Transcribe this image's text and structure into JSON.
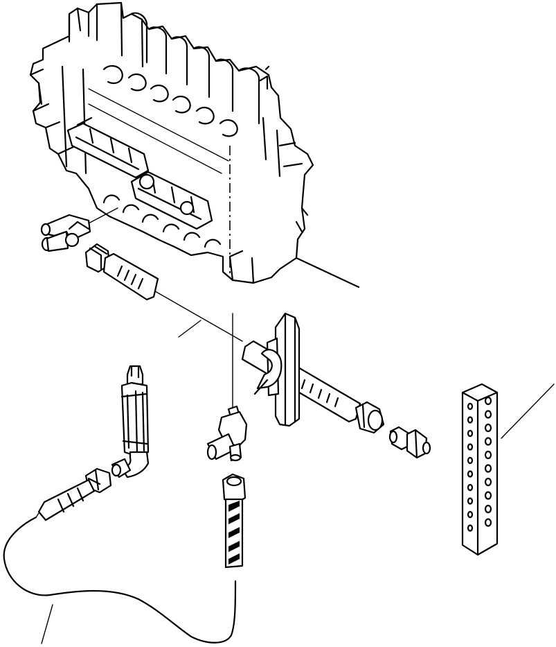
{
  "diagram": {
    "kind": "exploded-parts-view",
    "parts": [
      {
        "name": "control-valve"
      },
      {
        "name": "tee-fitting-upper"
      },
      {
        "name": "hose-upper"
      },
      {
        "name": "hose-clamp"
      },
      {
        "name": "tube-bracket"
      },
      {
        "name": "hose-nut-fitting"
      },
      {
        "name": "straight-connector"
      },
      {
        "name": "perforated-bracket"
      },
      {
        "name": "tee-fitting-center"
      },
      {
        "name": "hose-vertical"
      },
      {
        "name": "check-valve"
      },
      {
        "name": "elbow-fitting"
      },
      {
        "name": "hose-lower"
      }
    ],
    "line_color": "#000000",
    "background_color": "#ffffff"
  }
}
